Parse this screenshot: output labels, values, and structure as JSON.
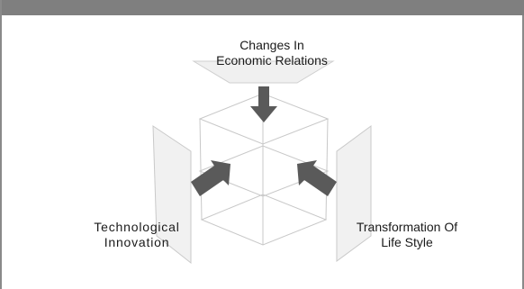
{
  "diagram": {
    "top_label": {
      "line1": "Changes In",
      "line2": "Economic Relations"
    },
    "left_label": {
      "line1": "Technological",
      "line2": "Innovation"
    },
    "right_label": {
      "line1": "Transformation Of",
      "line2": "Life Style"
    }
  },
  "colors": {
    "header_bar": "#7f7f7f",
    "arrow": "#5a5a5a",
    "cube_lines": "#c8c8c8",
    "panel_fill": "#efefef"
  }
}
